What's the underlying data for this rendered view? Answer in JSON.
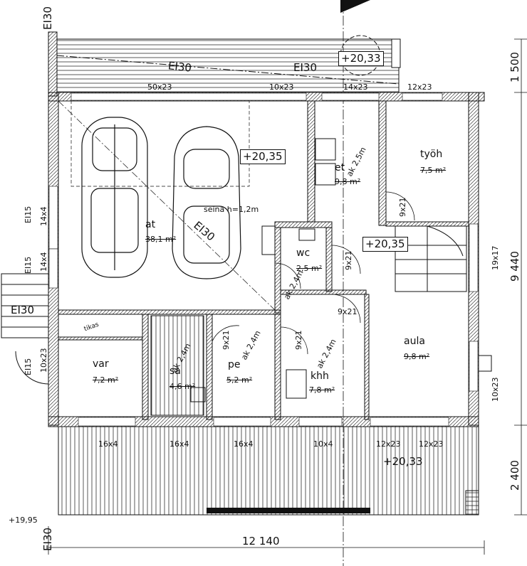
{
  "rooms": [
    {
      "name": "at",
      "area": "38,1 m²"
    },
    {
      "name": "et",
      "area": "9,8 m²"
    },
    {
      "name": "työh",
      "area": "7,5 m²"
    },
    {
      "name": "wc",
      "area": "2,5 m²"
    },
    {
      "name": "aula",
      "area": "9,8 m²"
    },
    {
      "name": "var",
      "area": "7,2 m²"
    },
    {
      "name": "sa",
      "area": "4,6 m²"
    },
    {
      "name": "pe",
      "area": "5,2 m²"
    },
    {
      "name": "khh",
      "area": "7,8 m²"
    }
  ],
  "levels": {
    "terrace_top": "+20,33",
    "garage": "+20,35",
    "hall": "+20,35",
    "terrace_bottom": "+20,33",
    "ground": "+19,95"
  },
  "fire_class": {
    "ei30": "EI30",
    "ei15": "EI15"
  },
  "openings": {
    "w50x23": "50x23",
    "w10x23": "10x23",
    "w14x23": "14x23",
    "w12x23": "12x23",
    "w14x4": "14x4",
    "w16x4": "16x4",
    "w10x4": "10x4",
    "w19x17": "19x17",
    "d9x21": "9x21"
  },
  "notes": {
    "wall_height": "seinä h=1,2m",
    "ak25": "ak 2,5m",
    "ak24": "ak 2,4m",
    "tikas": "tikas"
  },
  "dimensions": {
    "width": "12 140",
    "depth": "9 440",
    "top": "1 500",
    "bottom": "2 400"
  },
  "colors": {
    "line": "#111111",
    "wall_fill": "#ffffff"
  }
}
